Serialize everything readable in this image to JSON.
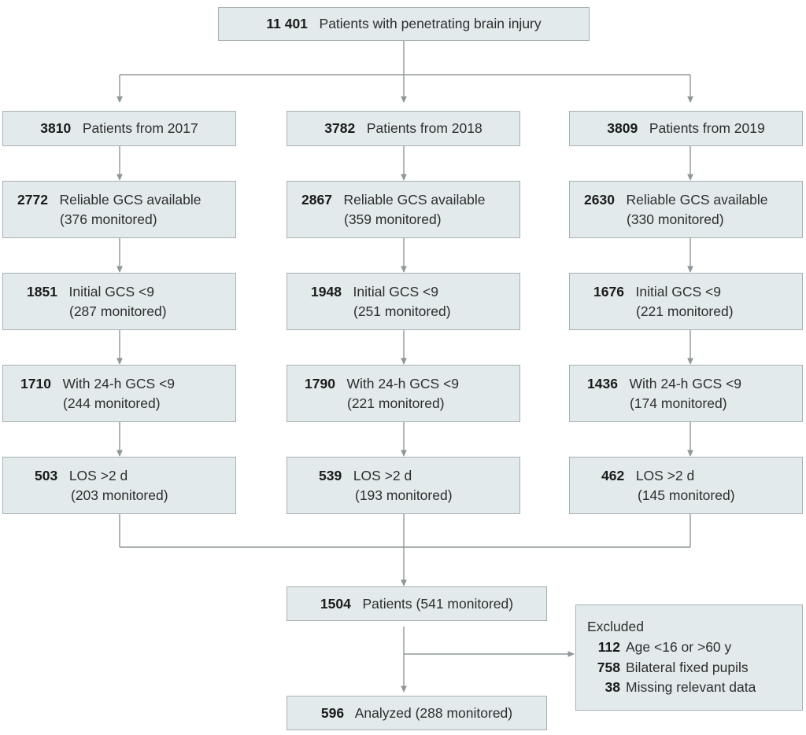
{
  "diagram": {
    "title_box": {
      "number": "11 401",
      "label": "Patients with penetrating brain injury"
    },
    "columns": [
      {
        "year_box": {
          "number": "3810",
          "label": "Patients from 2017"
        },
        "steps": [
          {
            "number": "2772",
            "label": "Reliable GCS available",
            "sub": "(376 monitored)"
          },
          {
            "number": "1851",
            "label": "Initial GCS <9",
            "sub": "(287 monitored)"
          },
          {
            "number": "1710",
            "label": "With 24-h GCS <9",
            "sub": "(244 monitored)"
          },
          {
            "number": "503",
            "label": "LOS >2 d",
            "sub": "(203 monitored)"
          }
        ]
      },
      {
        "year_box": {
          "number": "3782",
          "label": "Patients from 2018"
        },
        "steps": [
          {
            "number": "2867",
            "label": "Reliable GCS available",
            "sub": "(359 monitored)"
          },
          {
            "number": "1948",
            "label": "Initial GCS <9",
            "sub": "(251 monitored)"
          },
          {
            "number": "1790",
            "label": "With 24-h GCS <9",
            "sub": "(221 monitored)"
          },
          {
            "number": "539",
            "label": "LOS >2 d",
            "sub": "(193 monitored)"
          }
        ]
      },
      {
        "year_box": {
          "number": "3809",
          "label": "Patients from 2019"
        },
        "steps": [
          {
            "number": "2630",
            "label": "Reliable GCS available",
            "sub": "(330 monitored)"
          },
          {
            "number": "1676",
            "label": "Initial GCS <9",
            "sub": "(221 monitored)"
          },
          {
            "number": "1436",
            "label": "With 24-h GCS <9",
            "sub": "(174 monitored)"
          },
          {
            "number": "462",
            "label": "LOS >2 d",
            "sub": "(145 monitored)"
          }
        ]
      }
    ],
    "pooled_box": {
      "number": "1504",
      "label": "Patients (541 monitored)"
    },
    "excluded_box": {
      "title": "Excluded",
      "items": [
        {
          "number": "112",
          "label": "Age <16 or >60 y"
        },
        {
          "number": "758",
          "label": "Bilateral fixed pupils"
        },
        {
          "number": "38",
          "label": "Missing relevant data"
        }
      ]
    },
    "analyzed_box": {
      "number": "596",
      "label": "Analyzed (288 monitored)"
    },
    "colors": {
      "box_fill": "#e2eaec",
      "box_border": "#a8b0b3",
      "connector": "#8f979a",
      "text": "#2e2e2e"
    }
  }
}
